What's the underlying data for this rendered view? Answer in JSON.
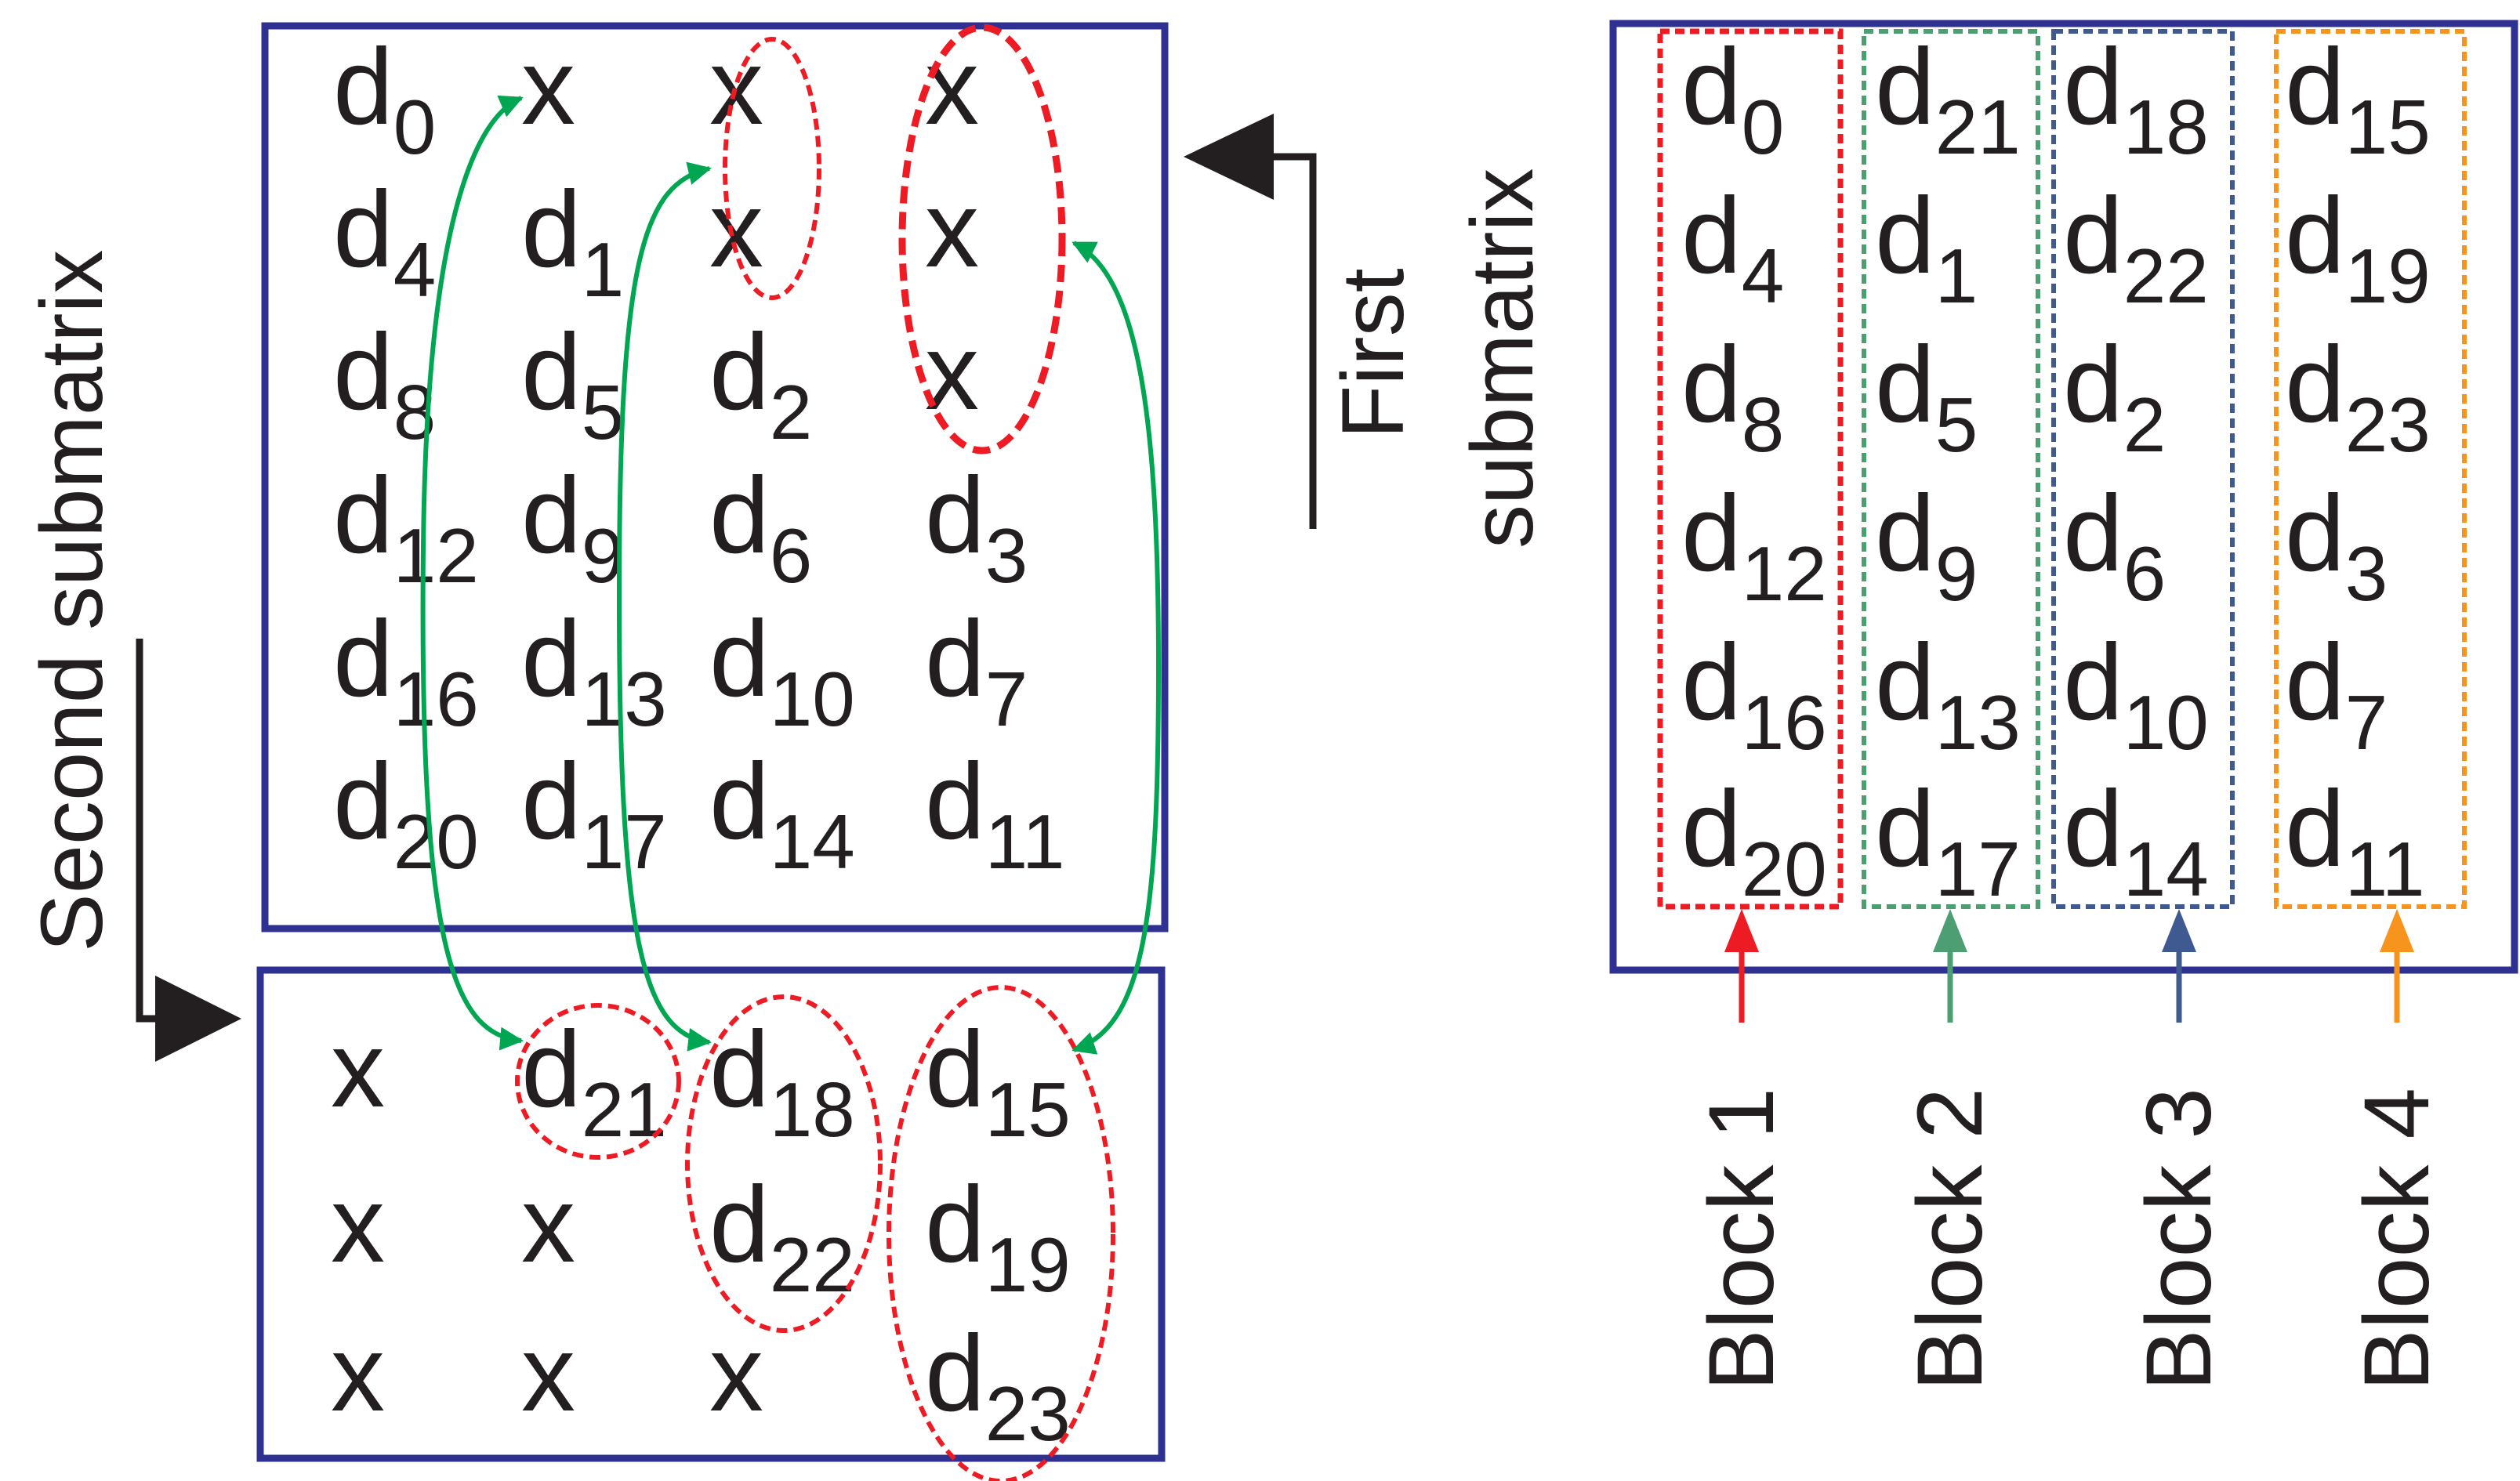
{
  "colors": {
    "frame": "#2e3192",
    "red": "#ed1c24",
    "green": "#00a651",
    "green_block": "#4d9e73",
    "blue_block": "#3f5a91",
    "orange": "#f7941d",
    "text": "#231f20"
  },
  "labels": {
    "second_submatrix": "Second submatrix",
    "first": "First",
    "submatrix": "submatrix"
  },
  "first_submatrix": [
    [
      {
        "b": "d",
        "s": "0"
      },
      {
        "b": "x",
        "s": ""
      },
      {
        "b": "x",
        "s": ""
      },
      {
        "b": "x",
        "s": ""
      }
    ],
    [
      {
        "b": "d",
        "s": "4"
      },
      {
        "b": "d",
        "s": "1"
      },
      {
        "b": "x",
        "s": ""
      },
      {
        "b": "x",
        "s": ""
      }
    ],
    [
      {
        "b": "d",
        "s": "8"
      },
      {
        "b": "d",
        "s": "5"
      },
      {
        "b": "d",
        "s": "2"
      },
      {
        "b": "x",
        "s": ""
      }
    ],
    [
      {
        "b": "d",
        "s": "12"
      },
      {
        "b": "d",
        "s": "9"
      },
      {
        "b": "d",
        "s": "6"
      },
      {
        "b": "d",
        "s": "3"
      }
    ],
    [
      {
        "b": "d",
        "s": "16"
      },
      {
        "b": "d",
        "s": "13"
      },
      {
        "b": "d",
        "s": "10"
      },
      {
        "b": "d",
        "s": "7"
      }
    ],
    [
      {
        "b": "d",
        "s": "20"
      },
      {
        "b": "d",
        "s": "17"
      },
      {
        "b": "d",
        "s": "14"
      },
      {
        "b": "d",
        "s": "11"
      }
    ]
  ],
  "second_submatrix": [
    [
      {
        "b": "x",
        "s": ""
      },
      {
        "b": "d",
        "s": "21"
      },
      {
        "b": "d",
        "s": "18"
      },
      {
        "b": "d",
        "s": "15"
      }
    ],
    [
      {
        "b": "x",
        "s": ""
      },
      {
        "b": "x",
        "s": ""
      },
      {
        "b": "d",
        "s": "22"
      },
      {
        "b": "d",
        "s": "19"
      }
    ],
    [
      {
        "b": "x",
        "s": ""
      },
      {
        "b": "x",
        "s": ""
      },
      {
        "b": "x",
        "s": ""
      },
      {
        "b": "d",
        "s": "23"
      }
    ]
  ],
  "merged_matrix": [
    [
      {
        "b": "d",
        "s": "0"
      },
      {
        "b": "d",
        "s": "21"
      },
      {
        "b": "d",
        "s": "18"
      },
      {
        "b": "d",
        "s": "15"
      }
    ],
    [
      {
        "b": "d",
        "s": "4"
      },
      {
        "b": "d",
        "s": "1"
      },
      {
        "b": "d",
        "s": "22"
      },
      {
        "b": "d",
        "s": "19"
      }
    ],
    [
      {
        "b": "d",
        "s": "8"
      },
      {
        "b": "d",
        "s": "5"
      },
      {
        "b": "d",
        "s": "2"
      },
      {
        "b": "d",
        "s": "23"
      }
    ],
    [
      {
        "b": "d",
        "s": "12"
      },
      {
        "b": "d",
        "s": "9"
      },
      {
        "b": "d",
        "s": "6"
      },
      {
        "b": "d",
        "s": "3"
      }
    ],
    [
      {
        "b": "d",
        "s": "16"
      },
      {
        "b": "d",
        "s": "13"
      },
      {
        "b": "d",
        "s": "10"
      },
      {
        "b": "d",
        "s": "7"
      }
    ],
    [
      {
        "b": "d",
        "s": "20"
      },
      {
        "b": "d",
        "s": "17"
      },
      {
        "b": "d",
        "s": "14"
      },
      {
        "b": "d",
        "s": "11"
      }
    ]
  ],
  "blocks": [
    {
      "label": "Block 1",
      "color": "#ed1c24"
    },
    {
      "label": "Block 2",
      "color": "#4d9e73"
    },
    {
      "label": "Block 3",
      "color": "#3f5a91"
    },
    {
      "label": "Block 4",
      "color": "#f7941d"
    }
  ]
}
